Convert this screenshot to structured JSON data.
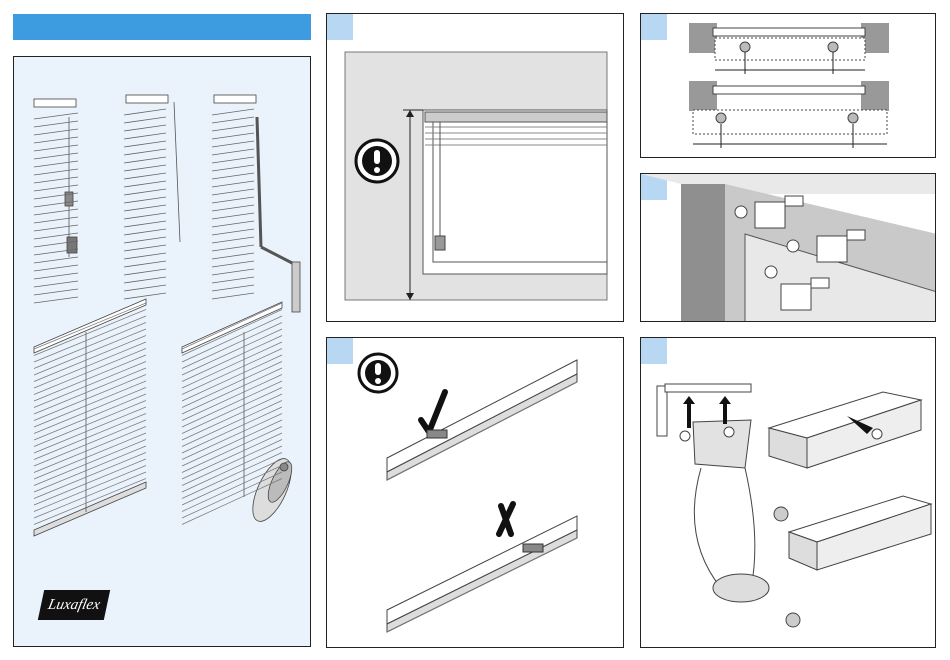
{
  "header": {
    "title": ""
  },
  "brand": {
    "logo_text": "Luxaflex"
  },
  "colors": {
    "accent": "#3d9be0",
    "step_badge": "#b8d7f2",
    "panel_bg": "#eaf3fb",
    "wall": "#e2e2e2",
    "wall_dark": "#9a9a9a"
  },
  "icons": {
    "warning": "exclamation-icon",
    "check": "check-icon",
    "cross": "cross-icon"
  },
  "panels": [
    {
      "id": "height-measure",
      "marks": [
        "exclamation-icon"
      ]
    },
    {
      "id": "bracket-spacing"
    },
    {
      "id": "bracket-mount"
    },
    {
      "id": "headrail-orientation",
      "marks": [
        "exclamation-icon",
        "check-icon",
        "cross-icon"
      ]
    },
    {
      "id": "clip-headrail"
    }
  ]
}
